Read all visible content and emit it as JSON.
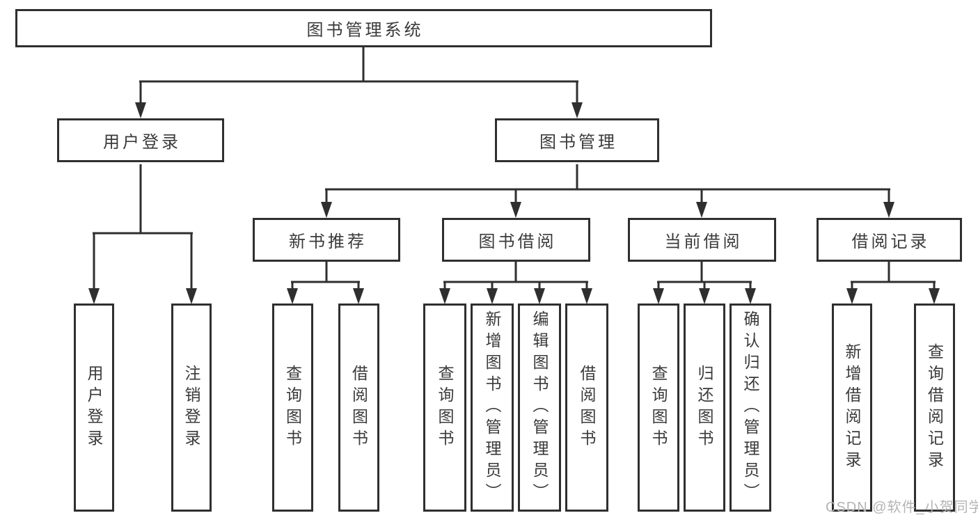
{
  "title": "图书管理系统",
  "level2": {
    "userLogin": "用户登录",
    "bookMgmt": "图书管理"
  },
  "level3": {
    "newBooks": "新书推荐",
    "bookBorrow": "图书借阅",
    "currentBorrow": "当前借阅",
    "borrowRecords": "借阅记录"
  },
  "leaves": {
    "userLogin": [
      "用户登录",
      "注销登录"
    ],
    "newBooks": [
      "查询图书",
      "借阅图书"
    ],
    "bookBorrow": [
      "查询图书",
      "新增图书（管理员）",
      "编辑图书（管理员）",
      "借阅图书"
    ],
    "currentBorrow": [
      "查询图书",
      "归还图书",
      "确认归还（管理员）"
    ],
    "borrowRecords": [
      "新增借阅记录",
      "查询借阅记录"
    ]
  },
  "watermark": "CSDN @软件_小贺同学",
  "colors": {
    "line": "#2f2f2f",
    "text": "#3a3a3a",
    "watermark": "#b4b4b4",
    "background": "#ffffff"
  }
}
